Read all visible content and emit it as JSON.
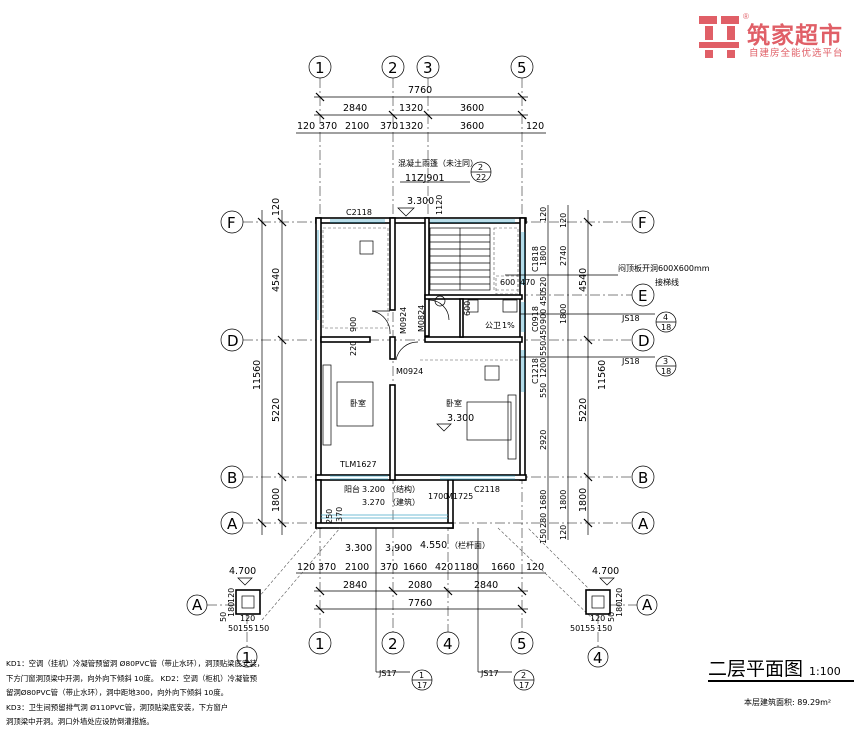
{
  "watermark": {
    "brand": "筑家超市",
    "slogan": "自建房全能优选平台",
    "reg_mark": "®"
  },
  "title": {
    "text": "二层平面图",
    "scale": "1:100"
  },
  "area_text": "本层建筑面积: 89.29m²",
  "grid_axes": {
    "top": [
      "1",
      "2",
      "3",
      "5"
    ],
    "bottom": [
      "1",
      "2",
      "4",
      "5"
    ],
    "rows": [
      "F",
      "E",
      "D",
      "B",
      "A"
    ],
    "detail_left_col": "1",
    "detail_left_row": "A",
    "detail_right_col": "4",
    "detail_right_row": "A"
  },
  "top_dims": {
    "total": "7760",
    "row2": [
      "2840",
      "1320",
      "3600"
    ],
    "row3": [
      "120",
      "370",
      "2100",
      "370",
      "1320",
      "3600",
      "120"
    ]
  },
  "bottom_dims": {
    "total": "7760",
    "row2": [
      "2840",
      "2080",
      "2840"
    ],
    "row1": [
      "120",
      "370",
      "2100",
      "370",
      "1660",
      "420",
      "1180",
      "1660",
      "120"
    ]
  },
  "left_dims": {
    "total": "11560",
    "segments": [
      "4540",
      "5220",
      "1800"
    ],
    "top": "120"
  },
  "right_dims": {
    "total": "11560",
    "segments": [
      "4540",
      "5220",
      "1800"
    ],
    "fine": [
      "120",
      "1800",
      "2740",
      "520",
      "450",
      "900",
      "450",
      "1800",
      "550",
      "1200",
      "550",
      "2920",
      "1680",
      "1800",
      "120",
      "280",
      "150",
      "120"
    ]
  },
  "labels": {
    "canopy_note": "混凝土雨篷（未注同）",
    "canopy_ref": "11ZJ901",
    "canopy_idx_top": "2",
    "canopy_idx_bottom": "22",
    "elev_3300_top": "3.300",
    "dim_1120": "1120",
    "c2118_top": "C2118",
    "c1818": "C1818",
    "hatch_note": "闷顶板开洞600X600mm",
    "hatch_sub": "接梯线",
    "dim_600a": "600",
    "dim_470": "470",
    "c0918": "C0918",
    "m0924_a": "M0924",
    "m0824": "M0824",
    "toilet": "公卫",
    "slope": "1%",
    "dim_600b": "600",
    "dim_900": "900",
    "dim_220": "220",
    "m0924_b": "M0924",
    "c1218": "C1218",
    "bedroom_left": "卧室",
    "bedroom_right": "卧室",
    "elev_3300_room": "3.300",
    "tlm": "TLM1627",
    "balcony": "阳台",
    "elev_3200": "3.200",
    "struct": "（结构）",
    "elev_3270": "3.270",
    "build": "（建筑）",
    "dim_1700": "1700",
    "m1725": "M1725",
    "c2118_bottom": "C2118",
    "dim_370": "370",
    "dim_250": "250",
    "elev_3300_bottom": "3.300",
    "elev_3900": "3.900",
    "elev_4550": "4.550",
    "railing": "（栏杆面）",
    "elev_4700_left": "4.700",
    "elev_4700_right": "4.700"
  },
  "details": {
    "left": [
      "120",
      "180",
      "50",
      "50",
      "155",
      "150",
      "120"
    ],
    "right": [
      "120",
      "180",
      "50",
      "50",
      "155",
      "150",
      "120"
    ]
  },
  "section_refs": [
    {
      "code": "JS18",
      "top": "4",
      "bottom": "18"
    },
    {
      "code": "JS18",
      "top": "3",
      "bottom": "18"
    },
    {
      "code": "JS17",
      "top": "1",
      "bottom": "17"
    },
    {
      "code": "JS17",
      "top": "2",
      "bottom": "17"
    }
  ],
  "notes": [
    "KD1：空调（挂机）冷凝管预留洞 Ø80PVC管（带止水环），洞顶贴梁底安装，",
    "下方门窗洞顶梁中开洞，向外向下倾斜 10度。  KD2：空调（柜机）冷凝管预",
    "留洞Ø80PVC管（带止水环），洞中距地300，向外向下倾斜 10度。",
    "KD3：卫生间预留排气洞 Ø110PVC管，洞顶贴梁底安装，下方窗户",
    "洞顶梁中开洞。洞口外墙处应设防倒灌措施。"
  ]
}
